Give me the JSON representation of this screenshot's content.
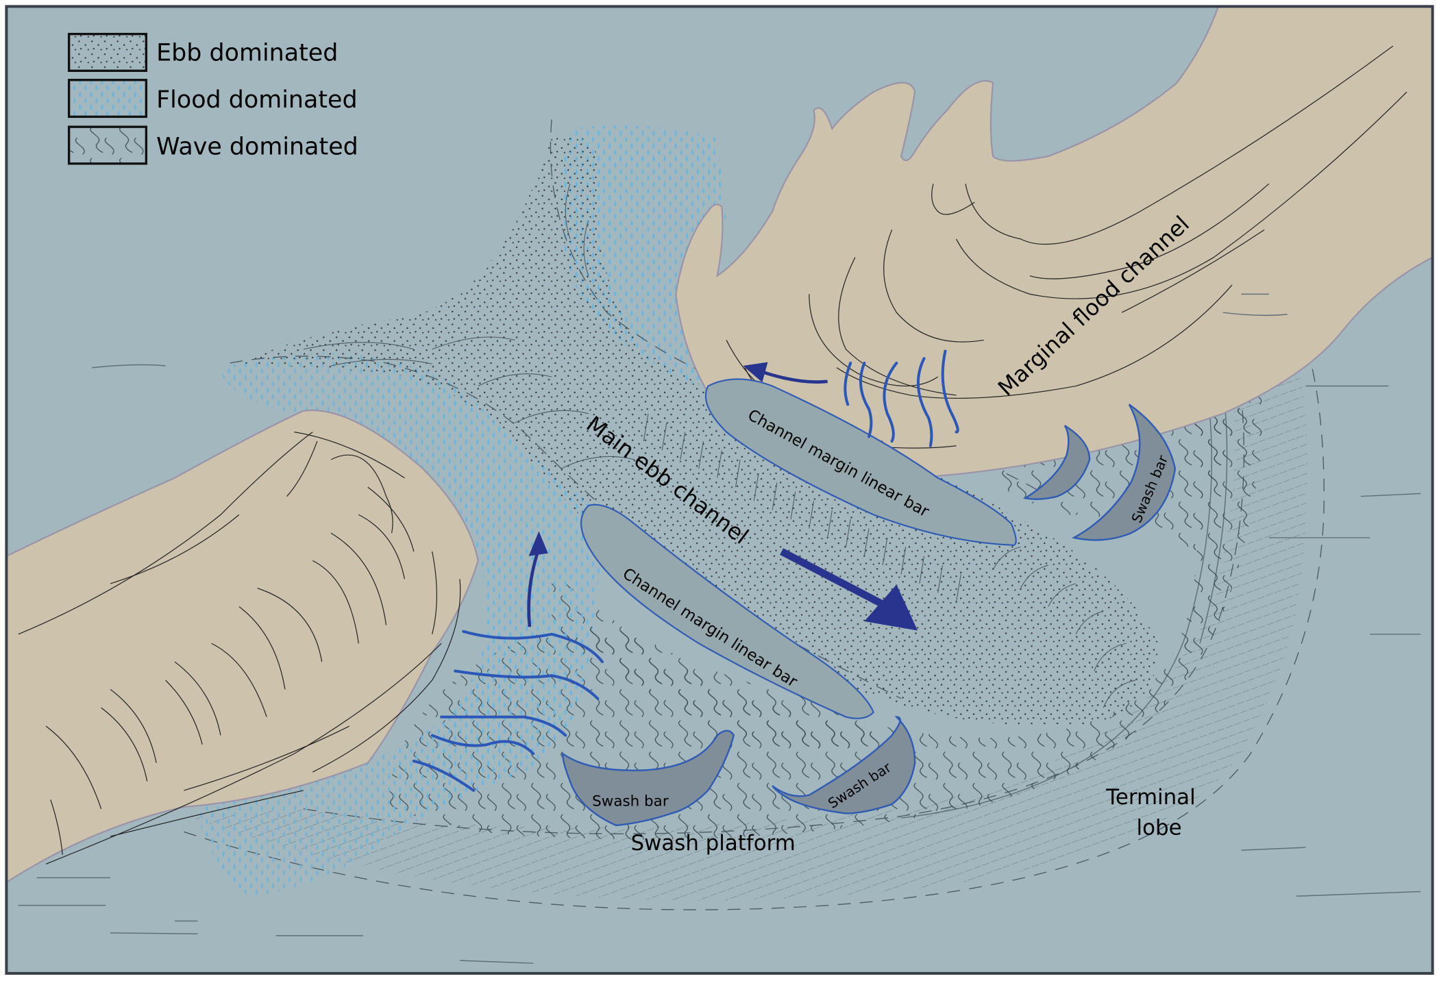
{
  "legend": {
    "items": [
      {
        "label": "Ebb dominated",
        "pattern": "dots"
      },
      {
        "label": "Flood dominated",
        "pattern": "drops"
      },
      {
        "label": "Wave dominated",
        "pattern": "waves"
      }
    ]
  },
  "labels": {
    "marginal_flood_channel": "Marginal flood channel",
    "main_ebb_channel": "Main ebb channel",
    "channel_margin_bar_upper": "Channel margin linear bar",
    "channel_margin_bar_lower": "Channel margin linear bar",
    "swash_bar_right": "Swash bar",
    "swash_bar_bottom_left": "Swash bar",
    "swash_bar_bottom_right": "Swash bar",
    "swash_platform": "Swash platform",
    "terminal_lobe_line1": "Terminal",
    "terminal_lobe_line2": "lobe"
  },
  "colors": {
    "water": "#a2b8be",
    "sand": "#cdc3ad",
    "flood_drop": "#6fb4dc",
    "flow_arrow": "#27358f",
    "bar_outline": "#2f5bb5"
  }
}
